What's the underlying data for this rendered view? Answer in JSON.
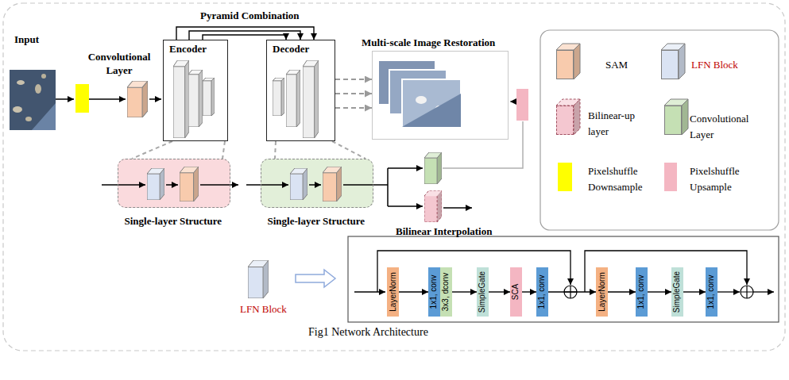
{
  "diagram": {
    "caption": "Fig1 Network Architecture",
    "nodes": [
      {
        "text": [
          "Encoder"
        ]
      },
      {
        "text": [
          "Decoder"
        ]
      },
      {
        "text": [
          "Multi-scale Image Restoration"
        ]
      },
      {
        "text": [
          "Single-layer Structure"
        ]
      },
      {
        "text": [
          "Single-layer Structure"
        ]
      },
      {
        "text": [
          "LayerNorm"
        ]
      },
      {
        "text": [
          "1x1, conv"
        ]
      },
      {
        "text": [
          "3x3, dconv"
        ]
      },
      {
        "text": [
          "SimpleGate"
        ]
      },
      {
        "text": [
          "SCA"
        ]
      },
      {
        "text": [
          "1x1, conv"
        ]
      },
      {
        "text": [
          "LayerNorm"
        ]
      },
      {
        "text": [
          "1x1, conv"
        ]
      },
      {
        "text": [
          "SimpleGate"
        ]
      },
      {
        "text": [
          "1x1, conv"
        ]
      }
    ],
    "edges": [
      {
        "from": 0,
        "to": 1,
        "arrow": "to"
      },
      {
        "from": 0,
        "to": 1,
        "arrow": "to"
      },
      {
        "from": 0,
        "to": 1,
        "arrow": "to"
      },
      {
        "from": 1,
        "to": 2,
        "arrow": "to"
      },
      {
        "from": 1,
        "to": 2,
        "arrow": "to"
      },
      {
        "from": 1,
        "to": 2,
        "arrow": "to"
      },
      {
        "from": 0,
        "to": 3,
        "arrow": "none"
      },
      {
        "from": 0,
        "to": 3,
        "arrow": "none"
      },
      {
        "from": 1,
        "to": 4,
        "arrow": "none"
      },
      {
        "from": 1,
        "to": 4,
        "arrow": "none"
      },
      {
        "from": 5,
        "to": 6,
        "arrow": "to"
      },
      {
        "from": 7,
        "to": 8,
        "arrow": "to"
      },
      {
        "from": 8,
        "to": 9,
        "arrow": "to"
      },
      {
        "from": 9,
        "to": 10,
        "arrow": "to"
      },
      {
        "from": 10,
        "to": 11,
        "arrow": "to"
      },
      {
        "from": 11,
        "to": 12,
        "arrow": "to"
      },
      {
        "from": 12,
        "to": 13,
        "arrow": "to"
      },
      {
        "from": 13,
        "to": 14,
        "arrow": "to"
      }
    ],
    "labels": [
      "Input",
      "Convolutional Layer",
      "Pyramid Combination",
      "Bilinear Interpolation",
      "LFN Block"
    ],
    "legend": [
      {
        "text": "SAM",
        "color": "#f8cbad"
      },
      {
        "text": "LFN Block",
        "color": "#dae3f3"
      },
      {
        "text": "Bilinear-up layer",
        "color": "#f4c7d0"
      },
      {
        "text": "Convolutional Layer",
        "color": "#c5e0b4"
      },
      {
        "text": "Pixelshuffle Downsample",
        "color": "#ffff00"
      },
      {
        "text": "Pixelshuffle Upsample",
        "color": "#f4b6c2"
      }
    ]
  }
}
